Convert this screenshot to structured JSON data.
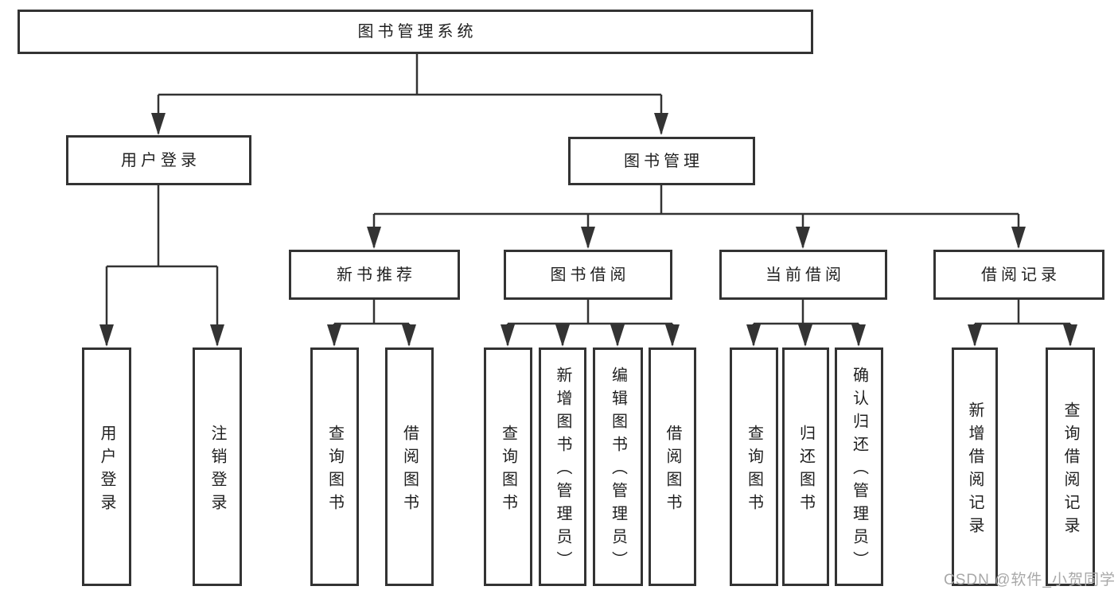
{
  "root": {
    "label": "图书管理系统"
  },
  "level2": [
    {
      "label": "用户登录"
    },
    {
      "label": "图书管理"
    }
  ],
  "level3": [
    {
      "label": "新书推荐"
    },
    {
      "label": "图书借阅"
    },
    {
      "label": "当前借阅"
    },
    {
      "label": "借阅记录"
    }
  ],
  "leaves": [
    {
      "label": "用户登录"
    },
    {
      "label": "注销登录"
    },
    {
      "label": "查询图书"
    },
    {
      "label": "借阅图书"
    },
    {
      "label": "查询图书"
    },
    {
      "label": "新增图书（管理员）"
    },
    {
      "label": "编辑图书（管理员）"
    },
    {
      "label": "借阅图书"
    },
    {
      "label": "查询图书"
    },
    {
      "label": "归还图书"
    },
    {
      "label": "确认归还（管理员）"
    },
    {
      "label": "新增借阅记录"
    },
    {
      "label": "查询借阅记录"
    }
  ],
  "hierarchy": {
    "图书管理系统": [
      "用户登录",
      "图书管理"
    ],
    "用户登录": [
      "用户登录",
      "注销登录"
    ],
    "图书管理": [
      "新书推荐",
      "图书借阅",
      "当前借阅",
      "借阅记录"
    ],
    "新书推荐": [
      "查询图书",
      "借阅图书"
    ],
    "图书借阅": [
      "查询图书",
      "新增图书（管理员）",
      "编辑图书（管理员）",
      "借阅图书"
    ],
    "当前借阅": [
      "查询图书",
      "归还图书",
      "确认归还（管理员）"
    ],
    "借阅记录": [
      "新增借阅记录",
      "查询借阅记录"
    ]
  },
  "watermark": "CSDN @软件_小贺同学",
  "colors": {
    "line": "#333333",
    "text": "#1f1f1f",
    "background": "#ffffff",
    "watermark": "#a8a8a8"
  }
}
